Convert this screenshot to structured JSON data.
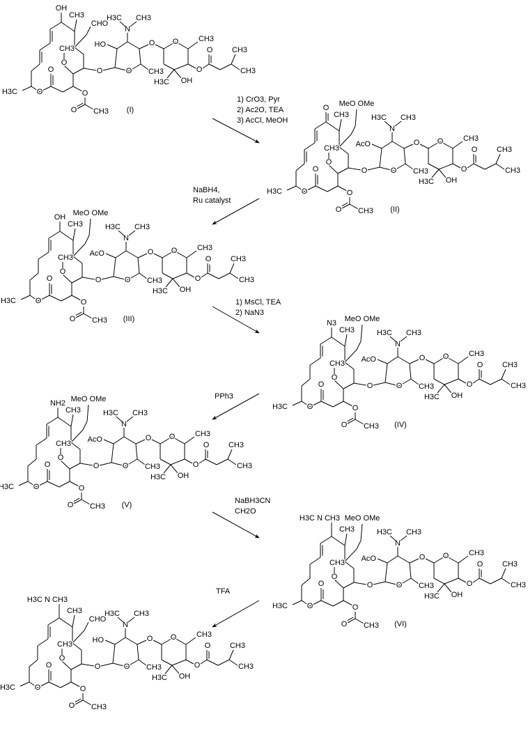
{
  "title": "Synthesis scheme from compound (I) to the N,N-dimethylamino aldehyde",
  "compounds": [
    {
      "label": "(I)",
      "top_group": "OH",
      "top_double": false,
      "diene": true,
      "side_chain": "CHO",
      "sugar_substituent": "HO"
    },
    {
      "label": "(II)",
      "top_group": "O",
      "top_double": true,
      "diene": true,
      "side_chain": "MeO  OMe",
      "sugar_substituent": "AcO"
    },
    {
      "label": "(III)",
      "top_group": "OH",
      "top_double": false,
      "diene": false,
      "side_chain": "MeO  OMe",
      "sugar_substituent": "AcO"
    },
    {
      "label": "(IV)",
      "top_group": "N3",
      "top_double": false,
      "diene": false,
      "side_chain": "MeO  OMe",
      "sugar_substituent": "AcO"
    },
    {
      "label": "(V)",
      "top_group": "NH2",
      "top_double": false,
      "diene": false,
      "side_chain": "MeO  OMe",
      "sugar_substituent": "AcO"
    },
    {
      "label": "(VI)",
      "top_group": "H3C  N  CH3",
      "top_double": false,
      "diene": false,
      "side_chain": "MeO  OMe",
      "sugar_substituent": "AcO"
    },
    {
      "label": "",
      "top_group": "H3C  N  CH3",
      "top_double": false,
      "diene": false,
      "side_chain": "CHO",
      "sugar_substituent": "HO"
    }
  ],
  "common_labels": {
    "ring_o": "O",
    "carbonyl_o": "O",
    "methyl": "CH3",
    "h3c": "H3C",
    "oh": "OH",
    "n": "N",
    "o": "O",
    "methoxy_o": "O"
  },
  "steps": [
    {
      "reagents": [
        "1) CrO3, Pyr",
        "2) Ac2O, TEA",
        "3) AcCl, MeOH"
      ]
    },
    {
      "reagents": [
        "NaBH4,",
        "Ru catalyst"
      ]
    },
    {
      "reagents": [
        "1) MsCl, TEA",
        "2) NaN3"
      ]
    },
    {
      "reagents": [
        "PPh3"
      ]
    },
    {
      "reagents": [
        "NaBH3CN",
        "CH2O"
      ]
    },
    {
      "reagents": [
        "TFA"
      ]
    }
  ]
}
